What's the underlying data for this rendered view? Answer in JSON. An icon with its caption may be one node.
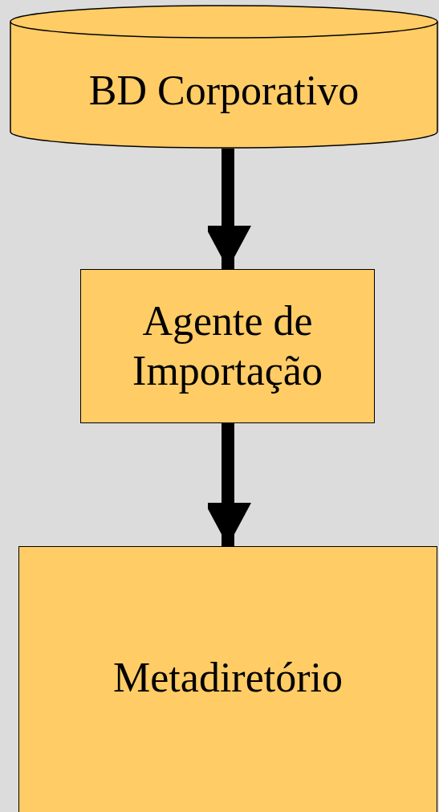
{
  "diagram": {
    "nodes": [
      {
        "text": [
          "BD Corporativo"
        ]
      },
      {
        "text": [
          "Agente de Importação"
        ]
      },
      {
        "text": [
          "Metadiretório"
        ]
      }
    ],
    "edges": [
      {
        "from": 0,
        "to": 1,
        "arrow": "to"
      },
      {
        "from": 1,
        "to": 2,
        "arrow": "to"
      }
    ]
  }
}
